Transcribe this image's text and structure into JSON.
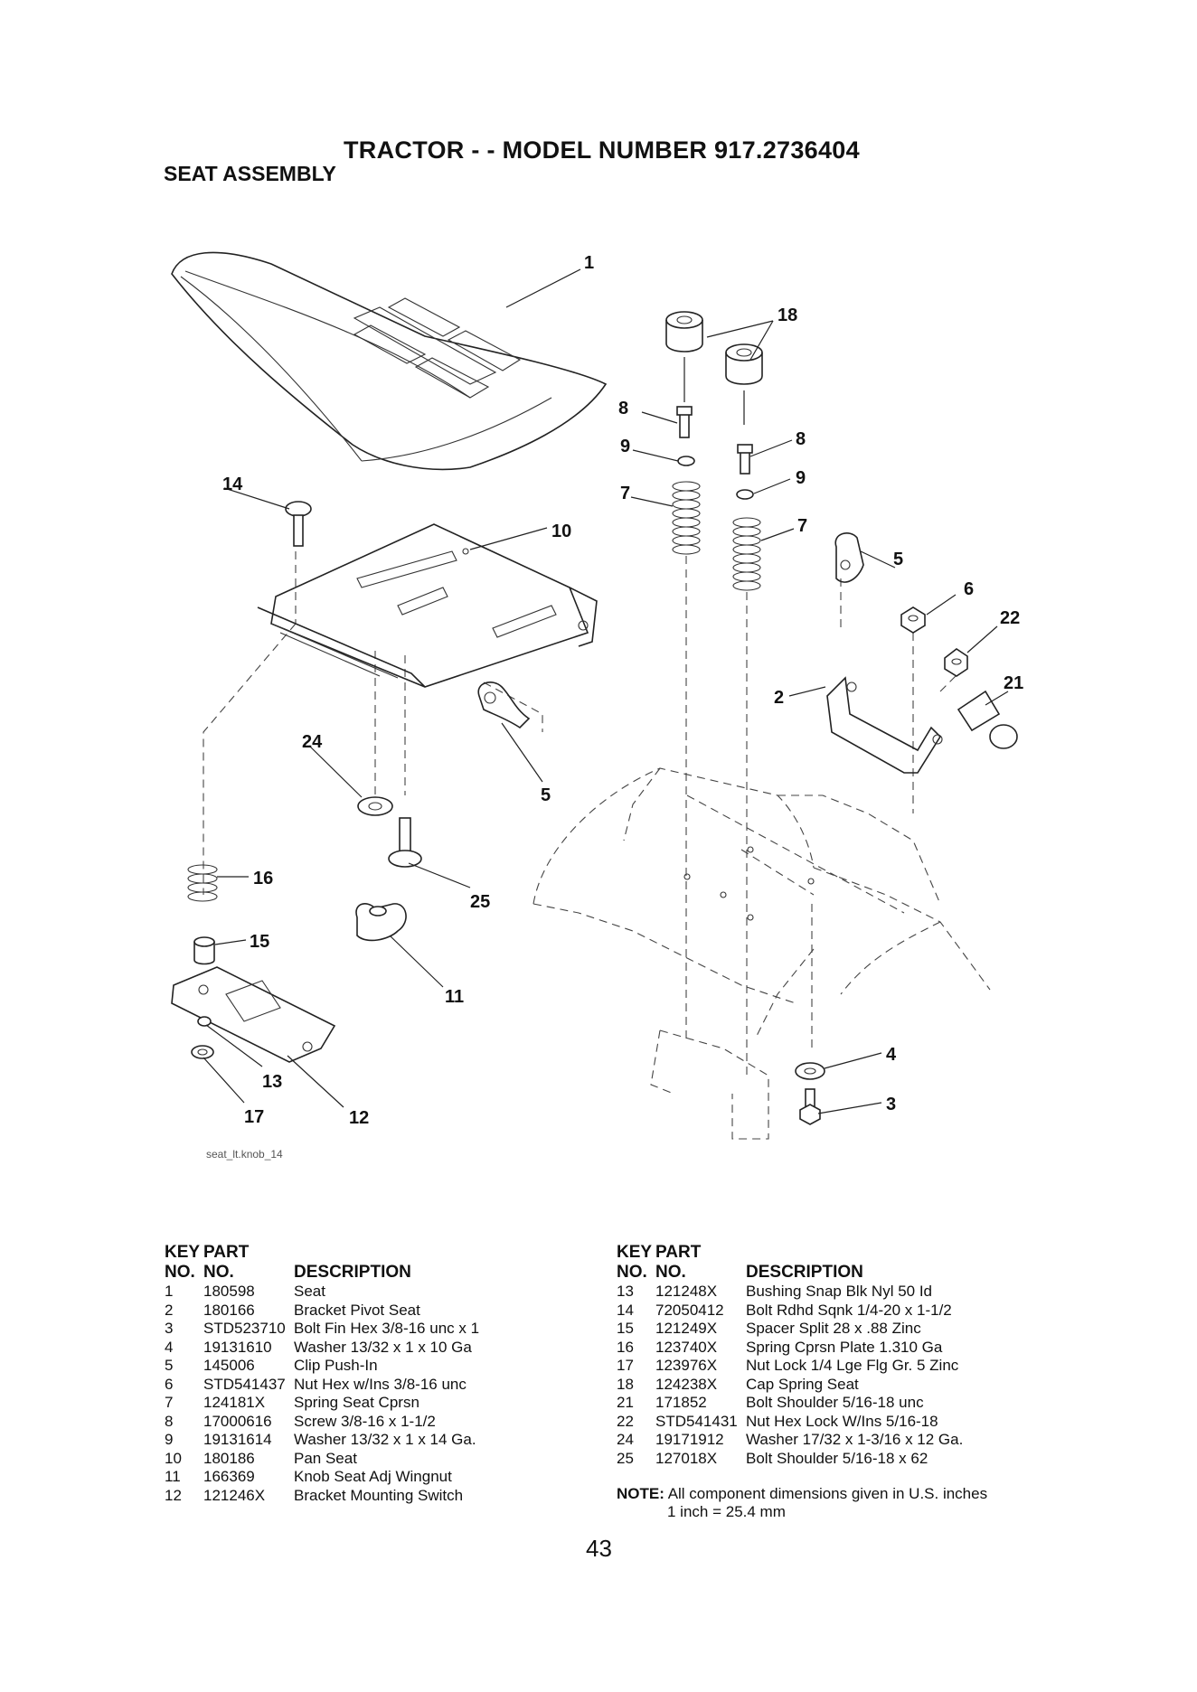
{
  "header": {
    "title": "TRACTOR - - MODEL NUMBER 917.2736404",
    "subtitle": "SEAT ASSEMBLY"
  },
  "diagram": {
    "caption": "seat_lt.knob_14",
    "callouts": [
      "1",
      "18",
      "8",
      "9",
      "7",
      "8",
      "9",
      "7",
      "14",
      "10",
      "5",
      "6",
      "22",
      "21",
      "2",
      "24",
      "5",
      "16",
      "25",
      "15",
      "11",
      "13",
      "17",
      "12",
      "4",
      "3"
    ]
  },
  "table_headers": {
    "key_line1": "KEY",
    "key_line2": "NO.",
    "part_line1": "PART",
    "part_line2": "NO.",
    "description": "DESCRIPTION"
  },
  "parts_left": [
    {
      "key": "1",
      "part": "180598",
      "description": "Seat"
    },
    {
      "key": "2",
      "part": "180166",
      "description": "Bracket Pivot Seat"
    },
    {
      "key": "3",
      "part": "STD523710",
      "description": "Bolt Fin Hex 3/8-16 unc x 1"
    },
    {
      "key": "4",
      "part": "19131610",
      "description": "Washer 13/32 x 1 x 10 Ga"
    },
    {
      "key": "5",
      "part": "145006",
      "description": "Clip Push-In"
    },
    {
      "key": "6",
      "part": "STD541437",
      "description": "Nut Hex w/Ins 3/8-16 unc"
    },
    {
      "key": "7",
      "part": "124181X",
      "description": "Spring Seat Cprsn"
    },
    {
      "key": "8",
      "part": "17000616",
      "description": "Screw 3/8-16 x 1-1/2"
    },
    {
      "key": "9",
      "part": "19131614",
      "description": "Washer 13/32 x 1 x 14 Ga."
    },
    {
      "key": "10",
      "part": "180186",
      "description": "Pan Seat"
    },
    {
      "key": "11",
      "part": "166369",
      "description": "Knob Seat Adj Wingnut"
    },
    {
      "key": "12",
      "part": "121246X",
      "description": "Bracket Mounting Switch"
    }
  ],
  "parts_right": [
    {
      "key": "13",
      "part": "121248X",
      "description": "Bushing Snap Blk Nyl 50 Id"
    },
    {
      "key": "14",
      "part": "72050412",
      "description": "Bolt Rdhd Sqnk 1/4-20 x 1-1/2"
    },
    {
      "key": "15",
      "part": "121249X",
      "description": "Spacer Split 28 x .88 Zinc"
    },
    {
      "key": "16",
      "part": "123740X",
      "description": "Spring Cprsn Plate 1.310 Ga"
    },
    {
      "key": "17",
      "part": "123976X",
      "description": "Nut Lock 1/4 Lge Flg Gr. 5 Zinc"
    },
    {
      "key": "18",
      "part": "124238X",
      "description": "Cap Spring Seat"
    },
    {
      "key": "21",
      "part": "171852",
      "description": "Bolt Shoulder 5/16-18 unc"
    },
    {
      "key": "22",
      "part": "STD541431",
      "description": "Nut Hex Lock W/Ins 5/16-18"
    },
    {
      "key": "24",
      "part": "19171912",
      "description": "Washer 17/32 x 1-3/16 x 12 Ga."
    },
    {
      "key": "25",
      "part": "127018X",
      "description": "Bolt Shoulder 5/16-18 x 62"
    }
  ],
  "note": {
    "label": "NOTE:",
    "line1": "All component dimensions given in U.S. inches",
    "line2": "1 inch = 25.4 mm"
  },
  "page_number": "43"
}
